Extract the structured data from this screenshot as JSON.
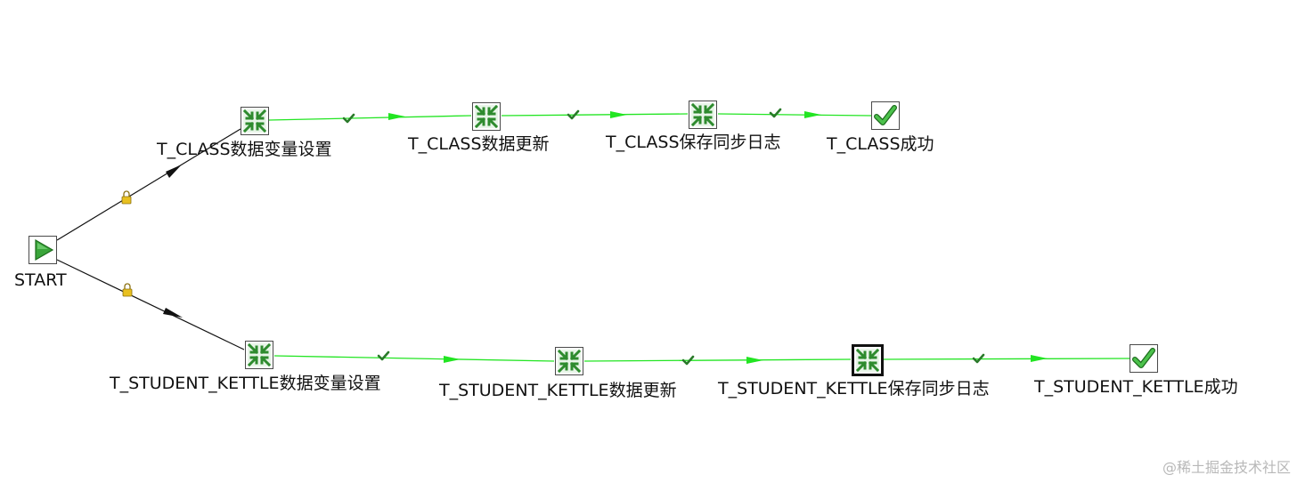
{
  "colors": {
    "hop_success": "#22e522",
    "hop_unconditional": "#111111",
    "entry_fill": "#2e8b2e",
    "check_green": "#3aa53a",
    "lock_yellow": "#e8c020"
  },
  "nodes": {
    "start": {
      "label": "START",
      "icon": "start-play-icon"
    },
    "class_var": {
      "label": "T_CLASS数据变量设置",
      "icon": "transformation-icon"
    },
    "class_update": {
      "label": "T_CLASS数据更新",
      "icon": "transformation-icon"
    },
    "class_log": {
      "label": "T_CLASS保存同步日志",
      "icon": "transformation-icon"
    },
    "class_success": {
      "label": "T_CLASS成功",
      "icon": "success-check-icon"
    },
    "stu_var": {
      "label": "T_STUDENT_KETTLE数据变量设置",
      "icon": "transformation-icon"
    },
    "stu_update": {
      "label": "T_STUDENT_KETTLE数据更新",
      "icon": "transformation-icon"
    },
    "stu_log": {
      "label": "T_STUDENT_KETTLE保存同步日志",
      "icon": "transformation-icon"
    },
    "stu_success": {
      "label": "T_STUDENT_KETTLE成功",
      "icon": "success-check-icon"
    }
  },
  "hops": [
    {
      "from": "start",
      "to": "class_var",
      "type": "unconditional",
      "marker": "lock-icon"
    },
    {
      "from": "start",
      "to": "stu_var",
      "type": "unconditional",
      "marker": "lock-icon"
    },
    {
      "from": "class_var",
      "to": "class_update",
      "type": "success",
      "marker": "check-icon"
    },
    {
      "from": "class_update",
      "to": "class_log",
      "type": "success",
      "marker": "check-icon"
    },
    {
      "from": "class_log",
      "to": "class_success",
      "type": "success",
      "marker": "check-icon"
    },
    {
      "from": "stu_var",
      "to": "stu_update",
      "type": "success",
      "marker": "check-icon"
    },
    {
      "from": "stu_update",
      "to": "stu_log",
      "type": "success",
      "marker": "check-icon"
    },
    {
      "from": "stu_log",
      "to": "stu_success",
      "type": "success",
      "marker": "check-icon"
    }
  ],
  "watermark": "@稀土掘金技术社区"
}
